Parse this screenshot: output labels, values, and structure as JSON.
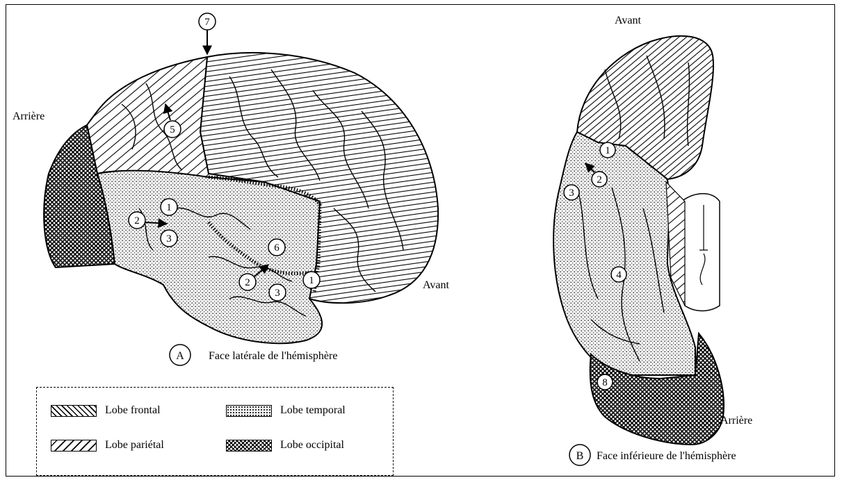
{
  "view_a": {
    "marker": "A",
    "caption": "Face latérale de l'hémisphère",
    "rear_label": "Arrière",
    "front_label": "Avant",
    "numbers": [
      "7",
      "5",
      "1",
      "2",
      "3",
      "6",
      "2",
      "3",
      "1"
    ]
  },
  "view_b": {
    "marker": "B",
    "caption": "Face inférieure de l'hémisphère",
    "front_label": "Avant",
    "rear_label": "Arrière",
    "numbers": [
      "1",
      "2",
      "3",
      "4",
      "8"
    ]
  },
  "legend": {
    "items": [
      {
        "label": "Lobe frontal",
        "pattern": "frontal-hatch"
      },
      {
        "label": "Lobe pariétal",
        "pattern": "parietal-hatch"
      },
      {
        "label": "Lobe temporal",
        "pattern": "temporal-stipple"
      },
      {
        "label": "Lobe occipital",
        "pattern": "occipital-crosshatch"
      }
    ]
  }
}
